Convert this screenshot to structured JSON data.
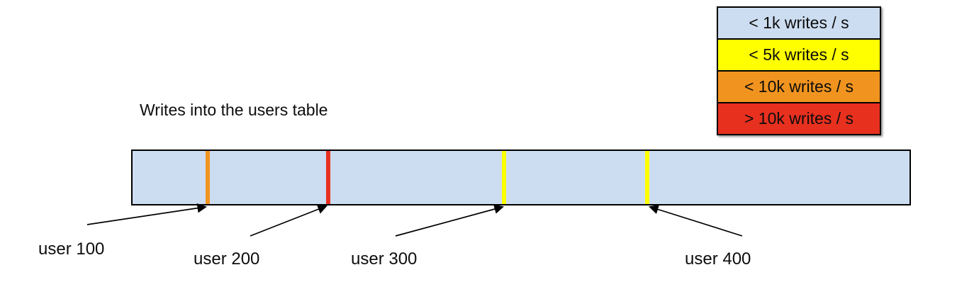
{
  "title": "Writes into the users table",
  "legend": {
    "items": [
      {
        "label": "< 1k writes / s",
        "color": "#cdddf1"
      },
      {
        "label": "< 5k writes / s",
        "color": "#ffff00"
      },
      {
        "label": "< 10k writes / s",
        "color": "#f1941f"
      },
      {
        "label": "> 10k writes / s",
        "color": "#e8301f"
      }
    ]
  },
  "bar": {
    "fill": "#cdddf1",
    "ticks": [
      {
        "user": "user 100",
        "rate": "< 10k writes / s",
        "color": "#f1941f",
        "x": "9.7%"
      },
      {
        "user": "user 200",
        "rate": "> 10k writes / s",
        "color": "#e8301f",
        "x": "25.2%"
      },
      {
        "user": "user 300",
        "rate": "< 5k writes / s",
        "color": "#ffff00",
        "x": "47.8%"
      },
      {
        "user": "user 400",
        "rate": "< 5k writes / s",
        "color": "#ffff00",
        "x": "66.2%"
      }
    ]
  },
  "labels": [
    "user 100",
    "user 200",
    "user 300",
    "user 400"
  ]
}
